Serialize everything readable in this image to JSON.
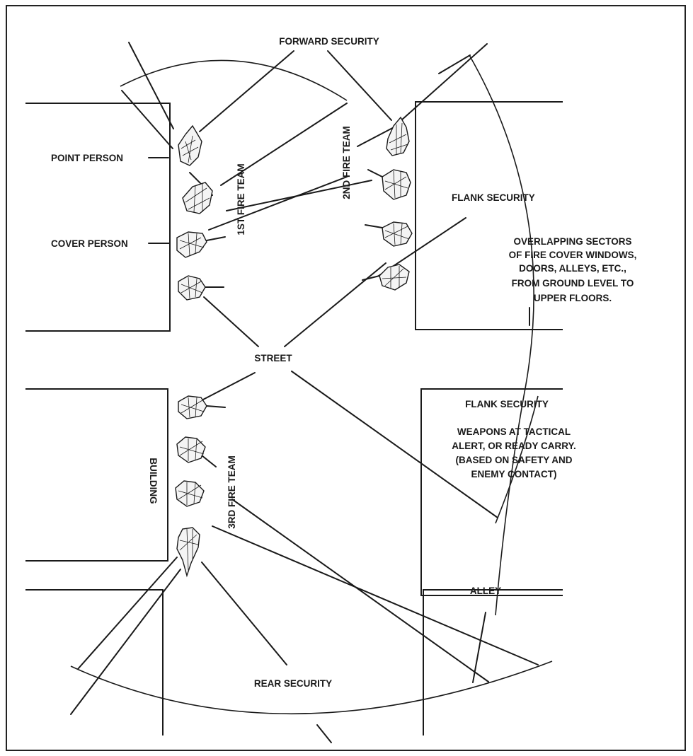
{
  "labels": {
    "forward_security": "FORWARD SECURITY",
    "point_person": "POINT PERSON",
    "cover_person": "COVER PERSON",
    "first_fire_team": "1ST FIRE TEAM",
    "second_fire_team": "2ND FIRE TEAM",
    "flank_security_upper": "FLANK SECURITY",
    "overlapping_sectors": [
      "OVERLAPPING SECTORS",
      "OF FIRE COVER WINDOWS,",
      "DOORS, ALLEYS, ETC.,",
      "FROM GROUND LEVEL TO",
      "UPPER FLOORS."
    ],
    "street": "STREET",
    "flank_security_lower": "FLANK SECURITY",
    "weapons_note": [
      "WEAPONS AT TACTICAL",
      "ALERT, OR READY CARRY.",
      "(BASED ON SAFETY AND",
      "ENEMY CONTACT)"
    ],
    "building": "BUILDING",
    "third_fire_team": "3RD FIRE TEAM",
    "alley": "ALLEY",
    "rear_security": "REAR SECURITY"
  }
}
